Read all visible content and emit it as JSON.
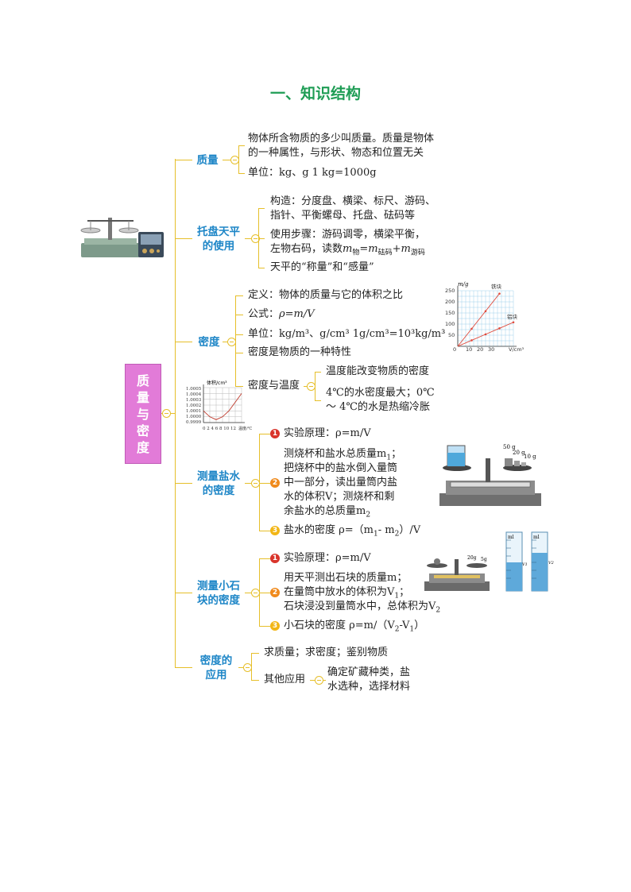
{
  "title": "一、知识结构",
  "root": {
    "chars": [
      "质",
      "量",
      "与",
      "密",
      "度"
    ]
  },
  "branches": {
    "mass": {
      "label": "质量",
      "line1": "物体所含物质的多少叫质量。质量是物体",
      "line2": "的一种属性，与形状、物态和位置无关",
      "unit": "单位：kg、g   1 kg=1000g"
    },
    "balance": {
      "label1": "托盘天平",
      "label2": "的使用",
      "c1": "构造：分度盘、横梁、标尺、游码、",
      "c2": "指针、平衡螺母、托盘、砝码等",
      "u1": "使用步骤：游码调零，横梁平衡，",
      "u2a": "左物右码，读数",
      "u2b": "m",
      "u2c": "物",
      "u2d": "=m",
      "u2e": "砝码",
      "u2f": "+m",
      "u2g": "游码",
      "weigh": "天平的“称量”和“感量”"
    },
    "density": {
      "label": "密度",
      "def": "定义：物体的质量与它的体积之比",
      "formula_prefix": "公式：",
      "formula": "ρ=m/V",
      "unit": "单位：kg/m³、g/cm³   1g/cm³=10³kg/m³",
      "prop": "密度是物质的一种特性",
      "temp_label": "密度与温度",
      "temp1": "温度能改变物质的密度",
      "temp2": "4℃的水密度最大；0℃",
      "temp3": "～ 4℃的水是热缩冷胀"
    },
    "brine": {
      "label1": "测量盐水",
      "label2": "的密度",
      "p1": "实验原理：ρ=m/V",
      "s1": "测烧杯和盐水总质量m",
      "s1sub": "1",
      "s1end": "；",
      "s2": "把烧杯中的盐水倒入量筒",
      "s3": "中一部分，读出量筒内盐",
      "s4": "水的体积V；测烧杯和剩",
      "s5": "余盐水的总质量m",
      "s5sub": "2",
      "r1": "盐水的密度  ρ=（m",
      "r1s": "1",
      "r2": "- m",
      "r2s": "2",
      "r3": "）/V",
      "nums": [
        "1",
        "2",
        "3"
      ]
    },
    "stone": {
      "label1": "测量小石",
      "label2": "块的密度",
      "p1": "实验原理：ρ=m/V",
      "s1": "用天平测出石块的质量m；",
      "s2a": "在量筒中放水的体积为V",
      "s2s": "1",
      "s2b": "；",
      "s3a": "石块浸没到量筒水中，总体积为V",
      "s3s": "2",
      "r1": "小石块的密度  ρ=m/（V",
      "r1s": "2",
      "r2": "-V",
      "r2s": "1",
      "r3": "）",
      "nums": [
        "1",
        "2",
        "3"
      ]
    },
    "apply": {
      "label1": "密度的",
      "label2": "应用",
      "a1": "求质量；求密度；鉴别物质",
      "a2": "其他应用",
      "a3": "确定矿藏种类，盐",
      "a4": "水选种，选择材料"
    }
  },
  "graph_mv": {
    "y_label": "m/g",
    "x_label": "V/cm³",
    "y_ticks": [
      "250",
      "200",
      "150",
      "100",
      "50",
      "0"
    ],
    "x_ticks": [
      "10",
      "20",
      "30"
    ],
    "iron": "铁块",
    "alu": "铝块"
  },
  "graph_water": {
    "y_label": "体积/cm³",
    "x_label": "温度/℃",
    "y_ticks": [
      "1.0005",
      "1.0004",
      "1.0003",
      "1.0002",
      "1.0001",
      "1.0000",
      "0.9999"
    ],
    "x_ticks": "0 2 4 6 8 10 12"
  },
  "scale_weights": [
    "50 g",
    "20 g",
    "10 g"
  ],
  "stone_weights": [
    "20g",
    "5g"
  ],
  "cyl_labels": [
    "ml",
    "ml",
    "V1",
    "V2"
  ],
  "chart_data": [
    {
      "type": "line",
      "title": "",
      "xlabel": "V/cm³",
      "ylabel": "m/g",
      "xlim": [
        0,
        40
      ],
      "ylim": [
        0,
        250
      ],
      "series": [
        {
          "name": "铁块",
          "x": [
            0,
            10,
            20,
            30
          ],
          "y": [
            0,
            79,
            158,
            237
          ]
        },
        {
          "name": "铝块",
          "x": [
            0,
            10,
            20,
            30,
            40
          ],
          "y": [
            0,
            27,
            54,
            81,
            108
          ]
        }
      ]
    },
    {
      "type": "line",
      "title": "",
      "xlabel": "温度/℃",
      "ylabel": "体积/cm³",
      "xlim": [
        0,
        12
      ],
      "ylim": [
        0.9999,
        1.0005
      ],
      "series": [
        {
          "x": [
            0,
            2,
            4,
            6,
            8,
            10,
            12
          ],
          "y": [
            1.0001,
            1.0,
            0.99995,
            1.0,
            1.0001,
            1.00025,
            1.0004
          ]
        }
      ]
    }
  ]
}
